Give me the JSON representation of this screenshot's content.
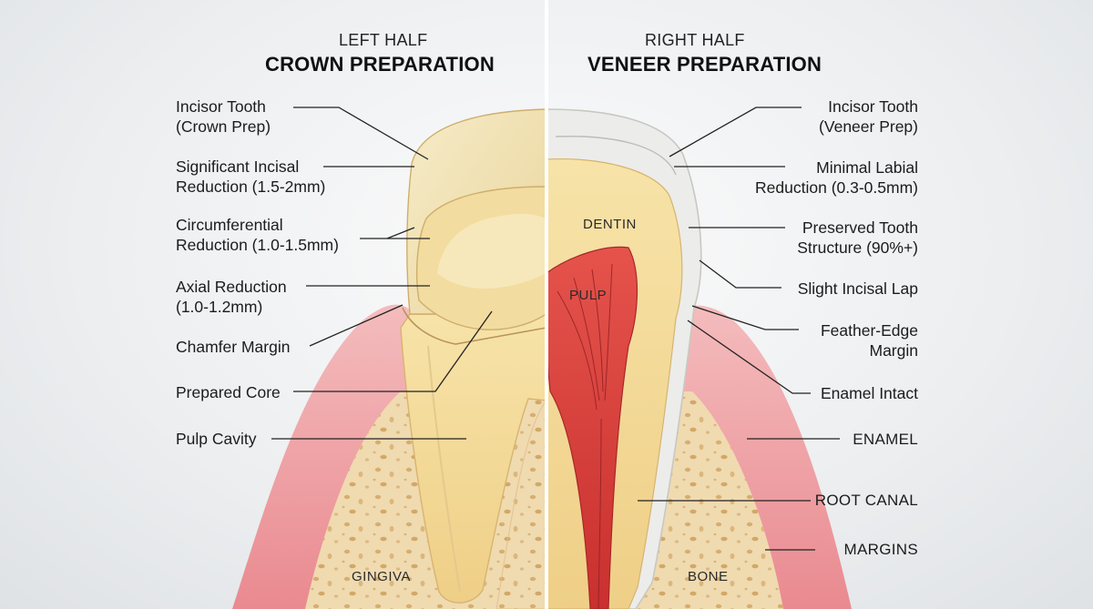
{
  "left": {
    "subtitle": "LEFT HALF",
    "title": "CROWN PREPARATION",
    "labels": {
      "incisor_1": "Incisor Tooth",
      "incisor_2": "(Crown Prep)",
      "incisal_1": "Significant Incisal",
      "incisal_2": "Reduction (1.5-2mm)",
      "circ_1": "Circumferential",
      "circ_2": "Reduction (1.0-1.5mm)",
      "axial_1": "Axial Reduction",
      "axial_2": "(1.0-1.2mm)",
      "chamfer": "Chamfer Margin",
      "core": "Prepared Core",
      "pulp_cavity": "Pulp Cavity"
    },
    "inner": {
      "gingiva": "GINGIVA"
    }
  },
  "right": {
    "subtitle": "RIGHT HALF",
    "title": "VENEER PREPARATION",
    "labels": {
      "incisor_1": "Incisor Tooth",
      "incisor_2": "(Veneer Prep)",
      "labial_1": "Minimal Labial",
      "labial_2": "Reduction (0.3-0.5mm)",
      "preserved_1": "Preserved Tooth",
      "preserved_2": "Structure (90%+)",
      "lap": "Slight Incisal Lap",
      "feather_1": "Feather-Edge",
      "feather_2": "Margin",
      "enamel_intact": "Enamel Intact",
      "enamel": "ENAMEL",
      "root_canal": "ROOT CANAL",
      "margins": "MARGINS"
    },
    "inner": {
      "dentin": "DENTIN",
      "pulp": "PULP",
      "bone": "BONE"
    }
  },
  "colors": {
    "gum": "#eb8e93",
    "gum_light": "#f4bcbd",
    "bone": "#f0dab0",
    "bone_pore": "#d9b477",
    "dentin": "#f2d796",
    "crown": "#f1e3b3",
    "enamel": "#efefec",
    "pulp": "#d9433e",
    "divider": "#ffffff",
    "leader": "#222222"
  }
}
